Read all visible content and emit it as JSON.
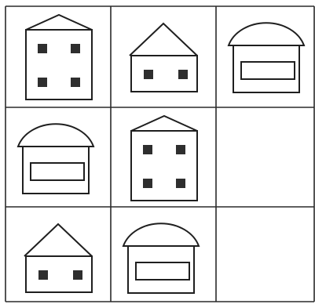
{
  "puzzle": {
    "rows": 3,
    "cols": 3,
    "colors": {
      "ink": "#1f1f1f",
      "grid_line": "#2a2a2a",
      "window_fill": "#2e2e2e",
      "background": "#ffffff"
    },
    "cells": [
      [
        {
          "house": "flat-hip-roof-tall-four-windows"
        },
        {
          "house": "pointed-roof-two-windows"
        },
        {
          "house": "dome-roof-banner-window"
        }
      ],
      [
        {
          "house": "dome-roof-banner-window"
        },
        {
          "house": "flat-hip-roof-tall-four-windows"
        },
        {
          "house": "empty"
        }
      ],
      [
        {
          "house": "pointed-roof-two-windows"
        },
        {
          "house": "dome-roof-banner-window"
        },
        {
          "house": "empty"
        }
      ]
    ]
  }
}
